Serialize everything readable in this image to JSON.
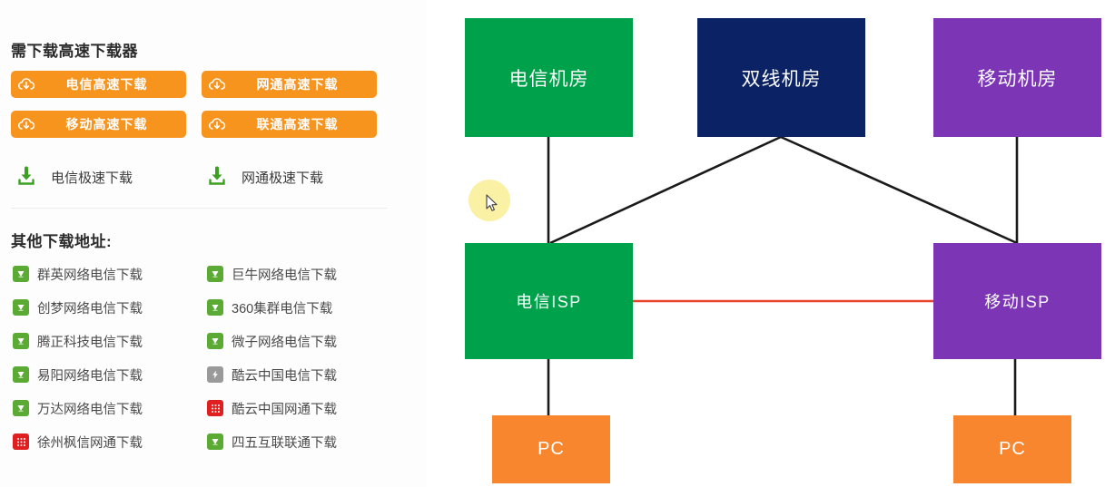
{
  "left_panel": {
    "fast_section_title": "需下载高速下载器",
    "other_section_title": "其他下载地址:",
    "fast_buttons": [
      {
        "label": "电信高速下载",
        "icon": "cloud-download-icon"
      },
      {
        "label": "网通高速下载",
        "icon": "cloud-download-icon"
      },
      {
        "label": "移动高速下载",
        "icon": "cloud-download-icon"
      },
      {
        "label": "联通高速下载",
        "icon": "cloud-download-icon"
      }
    ],
    "quick_links": [
      {
        "label": "电信极速下载",
        "icon": "download-tray-icon"
      },
      {
        "label": "网通极速下载",
        "icon": "download-tray-icon"
      }
    ],
    "other_links_left": [
      {
        "label": "群英网络电信下载",
        "icon": "green-v-icon",
        "icon_color": "#5aaa33"
      },
      {
        "label": "创梦网络电信下载",
        "icon": "green-v-icon",
        "icon_color": "#5aaa33"
      },
      {
        "label": "腾正科技电信下载",
        "icon": "green-v-icon",
        "icon_color": "#5aaa33"
      },
      {
        "label": "易阳网络电信下载",
        "icon": "green-v-icon",
        "icon_color": "#5aaa33"
      },
      {
        "label": "万达网络电信下载",
        "icon": "green-v-icon",
        "icon_color": "#5aaa33"
      },
      {
        "label": "徐州枫信网通下载",
        "icon": "red-grid-icon",
        "icon_color": "#e02020"
      }
    ],
    "other_links_right": [
      {
        "label": "巨牛网络电信下载",
        "icon": "green-v-icon",
        "icon_color": "#5aaa33"
      },
      {
        "label": "360集群电信下载",
        "icon": "green-v-icon",
        "icon_color": "#5aaa33"
      },
      {
        "label": "微子网络电信下载",
        "icon": "green-v-icon",
        "icon_color": "#5aaa33"
      },
      {
        "label": "酷云中国电信下载",
        "icon": "gray-bolt-icon",
        "icon_color": "#9a9a9a"
      },
      {
        "label": "酷云中国网通下载",
        "icon": "red-grid-icon",
        "icon_color": "#e02020"
      },
      {
        "label": "四五互联联通下载",
        "icon": "green-v-icon",
        "icon_color": "#5aaa33"
      }
    ]
  },
  "diagram": {
    "nodes": {
      "telecom_idc": {
        "label": "电信机房",
        "color": "#00a14b"
      },
      "dual_idc": {
        "label": "双线机房",
        "color": "#0b2265"
      },
      "mobile_idc": {
        "label": "移动机房",
        "color": "#7b35b5"
      },
      "telecom_isp": {
        "label": "电信ISP",
        "color": "#00a14b"
      },
      "mobile_isp": {
        "label": "移动ISP",
        "color": "#7b35b5"
      },
      "pc_left": {
        "label": "PC",
        "color": "#f7862e"
      },
      "pc_right": {
        "label": "PC",
        "color": "#f7862e"
      }
    },
    "link_colors": {
      "normal": "#1a1a1a",
      "cross": "#e8432c"
    }
  },
  "watermark": ""
}
